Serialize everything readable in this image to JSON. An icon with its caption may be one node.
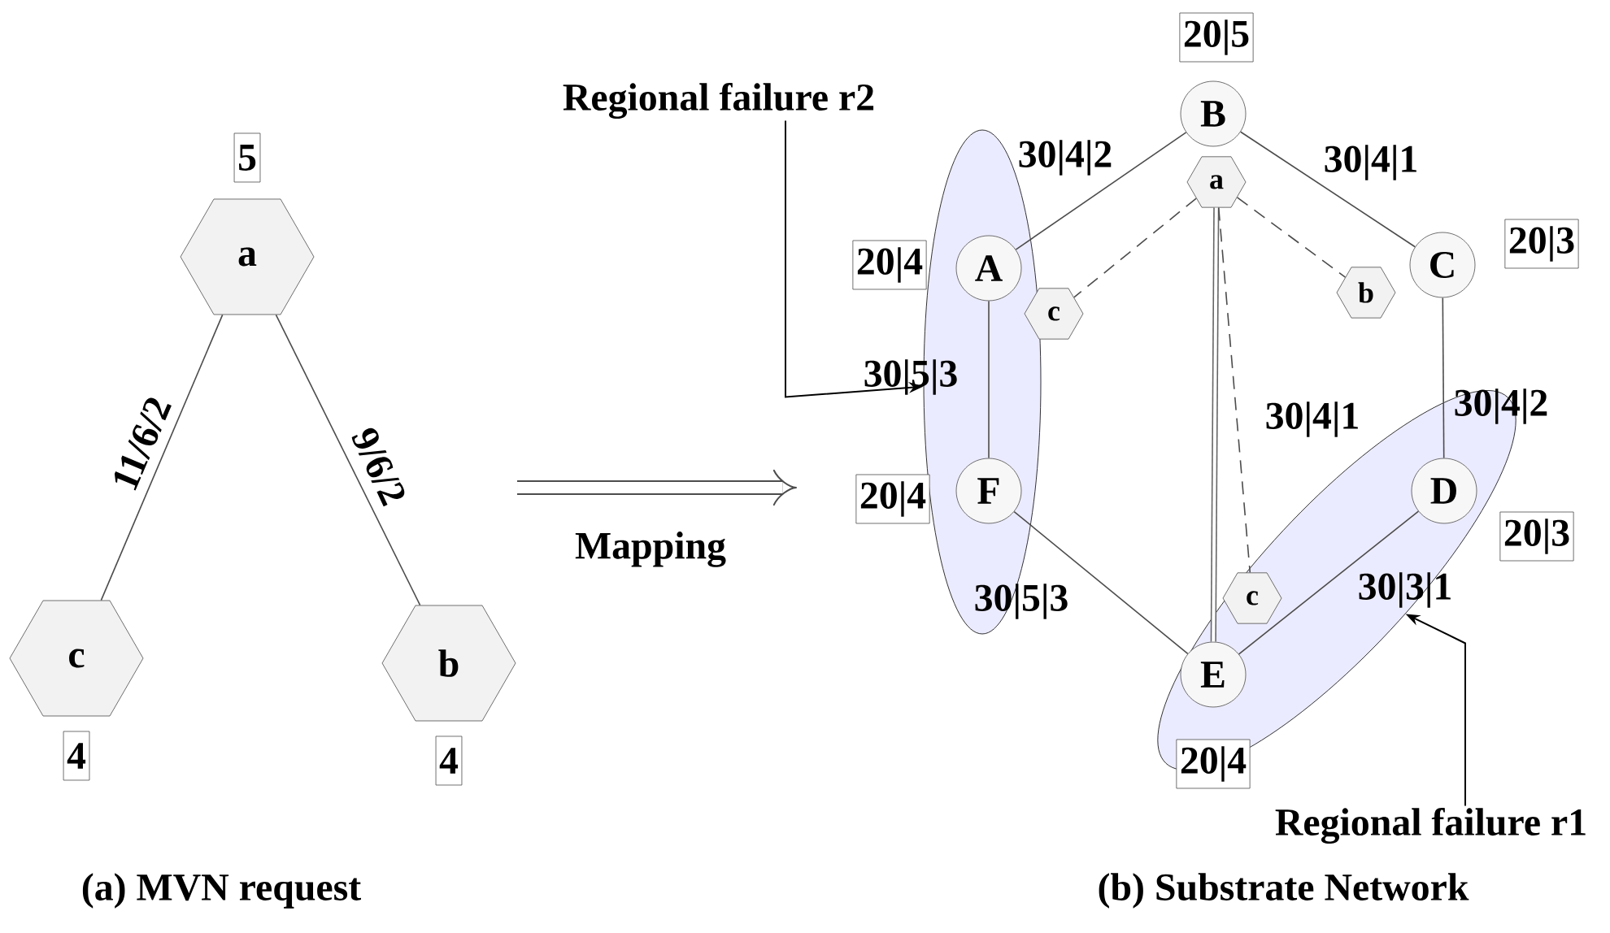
{
  "diagram": {
    "nodes": [
      {
        "text": [
          "a"
        ],
        "beside": [
          "5"
        ]
      },
      {
        "text": [
          "c"
        ],
        "beside": [
          "4"
        ]
      },
      {
        "text": [
          "b"
        ],
        "beside": [
          "4"
        ]
      },
      {
        "text": [
          "B"
        ],
        "beside": [
          "20|5"
        ]
      },
      {
        "text": [
          "A"
        ],
        "beside": [
          "20|4"
        ],
        "in": 14
      },
      {
        "text": [
          "C"
        ],
        "beside": [
          "20|3"
        ]
      },
      {
        "text": [
          "F"
        ],
        "beside": [
          "20|4"
        ],
        "in": 14
      },
      {
        "text": [
          "D"
        ],
        "beside": [
          "20|3"
        ],
        "in": 16
      },
      {
        "text": [
          "E"
        ],
        "beside": [
          "20|4"
        ],
        "in": 16
      },
      {
        "text": [
          "a"
        ]
      },
      {
        "text": [
          "c"
        ]
      },
      {
        "text": [
          "b"
        ]
      },
      {
        "text": [
          "c"
        ],
        "in": 16
      },
      {
        "text": [
          "Regional failure r2"
        ]
      },
      {
        "text": [],
        "shape": "ellipse"
      },
      {
        "text": [
          "Regional failure r1"
        ]
      },
      {
        "text": [],
        "shape": "ellipse"
      }
    ],
    "edges": [
      {
        "from": 0,
        "to": 1,
        "arrow": "none",
        "label": "11/6/2"
      },
      {
        "from": 0,
        "to": 2,
        "arrow": "none",
        "label": "9/6/2"
      },
      {
        "from": 3,
        "to": 4,
        "arrow": "none",
        "label": "30|4|2"
      },
      {
        "from": 3,
        "to": 5,
        "arrow": "none",
        "label": "30|4|1"
      },
      {
        "from": 4,
        "to": 6,
        "arrow": "none",
        "label": "30|5|3"
      },
      {
        "from": 5,
        "to": 7,
        "arrow": "none",
        "label": "30|4|2"
      },
      {
        "from": 6,
        "to": 8,
        "arrow": "none",
        "label": "30|5|3"
      },
      {
        "from": 7,
        "to": 8,
        "arrow": "none",
        "label": "30|3|1"
      },
      {
        "from": 9,
        "to": 8,
        "arrow": "none",
        "label": "30|4|1",
        "style": "thick"
      },
      {
        "from": 9,
        "to": 10,
        "arrow": "none",
        "style": "dashed"
      },
      {
        "from": 9,
        "to": 11,
        "arrow": "none",
        "style": "dashed"
      },
      {
        "from": 9,
        "to": 12,
        "arrow": "none",
        "style": "dashed"
      },
      {
        "from": 13,
        "to": 14,
        "arrow": "to"
      },
      {
        "from": 15,
        "to": 16,
        "arrow": "to"
      }
    ],
    "labels": [
      "Mapping",
      "(a) MVN request",
      "(b) Substrate Network"
    ]
  }
}
